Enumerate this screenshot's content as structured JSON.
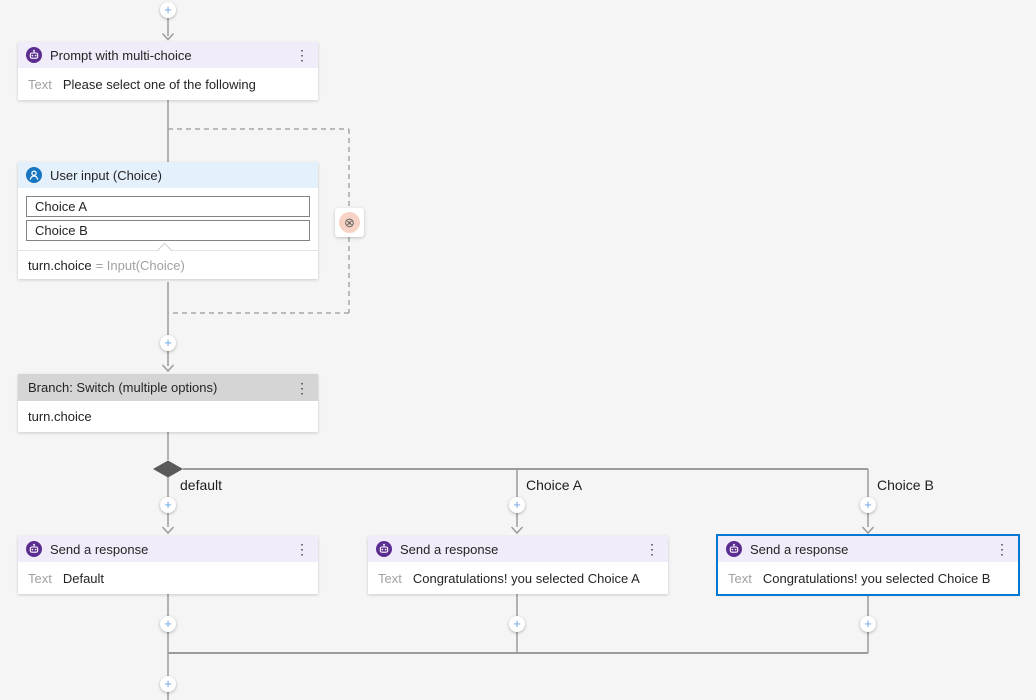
{
  "colors": {
    "canvas_background": "#f5f5f5",
    "selection_accent": "#0078d4",
    "wire_gray": "#9b9b9b",
    "prompt_header": "#f1ecf9",
    "user_input_header": "#e4f0fc",
    "branch_header": "#d5d5d5",
    "bot_icon_purple": "#5c2d91",
    "person_icon_blue": "#1875c2",
    "loop_badge_peach": "#f8d3c5",
    "plus_blue": "#6ea4e2"
  },
  "glyphs": {
    "kebab": "⋮",
    "plus": "+",
    "loop": "⊗"
  },
  "flow": {
    "prompt_node": {
      "title": "Prompt with multi-choice",
      "field_label": "Text",
      "field_value": "Please select one of the following"
    },
    "user_input_node": {
      "title": "User input (Choice)",
      "choices": [
        "Choice A",
        "Choice B"
      ],
      "assignment_lhs": "turn.choice",
      "assignment_rhs": "= Input(Choice)"
    },
    "branch_node": {
      "title": "Branch: Switch (multiple options)",
      "condition": "turn.choice"
    },
    "branches": [
      {
        "label": "default"
      },
      {
        "label": "Choice A"
      },
      {
        "label": "Choice B"
      }
    ],
    "response_nodes": [
      {
        "title": "Send a response",
        "field_label": "Text",
        "field_value": "Default",
        "selected": false
      },
      {
        "title": "Send a response",
        "field_label": "Text",
        "field_value": "Congratulations! you selected Choice A",
        "selected": false
      },
      {
        "title": "Send a response",
        "field_label": "Text",
        "field_value": "Congratulations! you selected Choice B",
        "selected": true
      }
    ]
  }
}
